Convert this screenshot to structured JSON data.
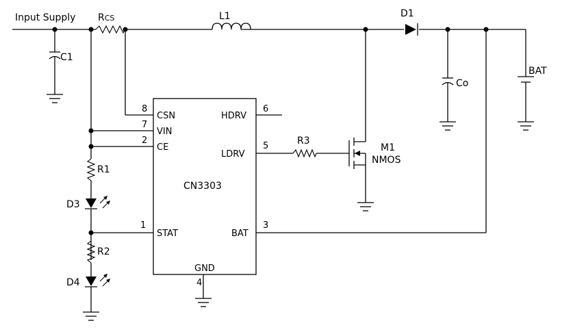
{
  "labels": {
    "input_supply": "Input Supply",
    "rcs_main": "R",
    "rcs_sub": "CS",
    "l1": "L1",
    "d1": "D1",
    "c1": "C1",
    "co": "Co",
    "bat": "BAT",
    "r1": "R1",
    "r2": "R2",
    "r3": "R3",
    "d3": "D3",
    "d4": "D4",
    "m1": "M1",
    "nmos": "NMOS"
  },
  "ic": {
    "name": "CN3303",
    "pins": {
      "csn": {
        "label": "CSN",
        "num": "8"
      },
      "vin": {
        "label": "VIN",
        "num": "7"
      },
      "ce": {
        "label": "CE",
        "num": "2"
      },
      "stat": {
        "label": "STAT",
        "num": "1"
      },
      "hdrv": {
        "label": "HDRV",
        "num": "6"
      },
      "ldrv": {
        "label": "LDRV",
        "num": "5"
      },
      "bat": {
        "label": "BAT",
        "num": "3"
      },
      "gnd": {
        "label": "GND",
        "num": "4"
      }
    }
  }
}
